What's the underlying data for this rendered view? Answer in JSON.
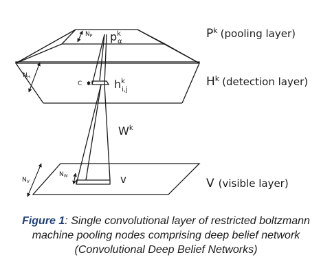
{
  "layers": {
    "pooling": {
      "symbol": "P",
      "sup": "k",
      "description": "(pooling layer)"
    },
    "detection": {
      "symbol": "H",
      "sup": "k",
      "description": "(detection layer)"
    },
    "visible": {
      "symbol": "V",
      "description": "(visible layer)"
    }
  },
  "labels": {
    "pooling_node": {
      "symbol": "p",
      "sup": "k",
      "sub": "α"
    },
    "detection_node": {
      "symbol": "h",
      "sup": "k",
      "sub": "i,j"
    },
    "weights": {
      "symbol": "W",
      "sup": "k"
    },
    "visible_node": "v",
    "c_label": "C",
    "np": {
      "symbol": "N",
      "sub": "P"
    },
    "nh": {
      "symbol": "N",
      "sub": "H"
    },
    "nw": {
      "symbol": "N",
      "sub": "W"
    },
    "nv": {
      "symbol": "N",
      "sub": "V"
    }
  },
  "caption": {
    "label": "Figure 1",
    "text": ": Single convolutional layer of restricted boltzmann machine pooling nodes comprising deep belief network (Convolutional Deep Belief Networks)"
  }
}
